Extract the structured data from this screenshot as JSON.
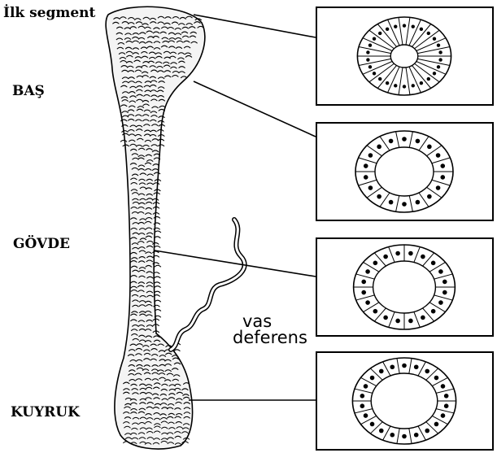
{
  "labels": {
    "initial_segment": "İlk segment",
    "head": "BAŞ",
    "body": "GÖVDE",
    "tail": "KUYRUK"
  },
  "vas_deferens": {
    "line1": "vas",
    "line2": "deferens"
  },
  "colors": {
    "ink": "#000000",
    "paper": "#ffffff"
  }
}
